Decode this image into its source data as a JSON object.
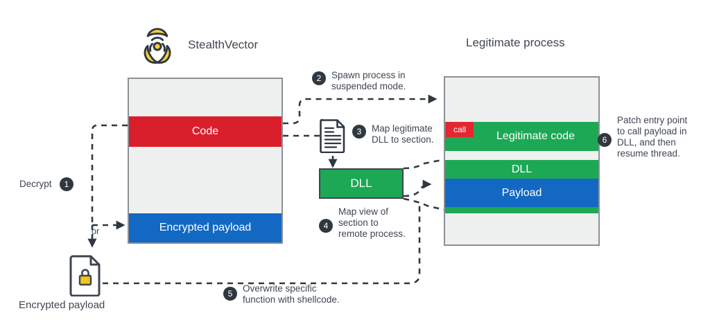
{
  "diagram": {
    "title_left": "StealthVector",
    "title_right": "Legitimate process",
    "colors": {
      "red": "#da1f2c",
      "blue": "#1268c3",
      "green": "#1ca855",
      "box_fill": "#eff0f0",
      "box_border": "#8b9096",
      "dark": "#2f3840",
      "text": "#3f4650",
      "lock_yellow": "#f3c41a",
      "biohazard_yellow": "#f6d03c"
    },
    "icons": {
      "biohazard": "biohazard-icon",
      "document": "document-icon",
      "encrypted_file": "encrypted-file-lock-icon"
    }
  },
  "stealthvector_box": {
    "bands": [
      {
        "label": "Code",
        "color": "red"
      },
      {
        "label": "Encrypted payload",
        "color": "blue"
      }
    ]
  },
  "legitimate_process_box": {
    "call_tag": "call",
    "bands": [
      {
        "label": "Legitimate code",
        "color": "green"
      },
      {
        "label": "DLL",
        "color": "green"
      },
      {
        "label": "Payload",
        "color": "blue"
      },
      {
        "label": "",
        "color": "green"
      }
    ]
  },
  "dll_section": {
    "label": "DLL"
  },
  "encrypted_payload_file": {
    "label": "Encrypted payload"
  },
  "connector_labels": {
    "or": "or"
  },
  "steps": [
    {
      "number": "1",
      "text": "Decrypt",
      "position": "left-of-bullet"
    },
    {
      "number": "2",
      "text": "Spawn process in\nsuspended mode."
    },
    {
      "number": "3",
      "text": "Map legitimate\nDLL to section."
    },
    {
      "number": "4",
      "text": "Map view of\nsection to\nremote process."
    },
    {
      "number": "5",
      "text": "Overwrite specific\nfunction with shellcode."
    },
    {
      "number": "6",
      "text": "Patch entry point\nto call payload in\nDLL, and then\nresume thread."
    }
  ]
}
